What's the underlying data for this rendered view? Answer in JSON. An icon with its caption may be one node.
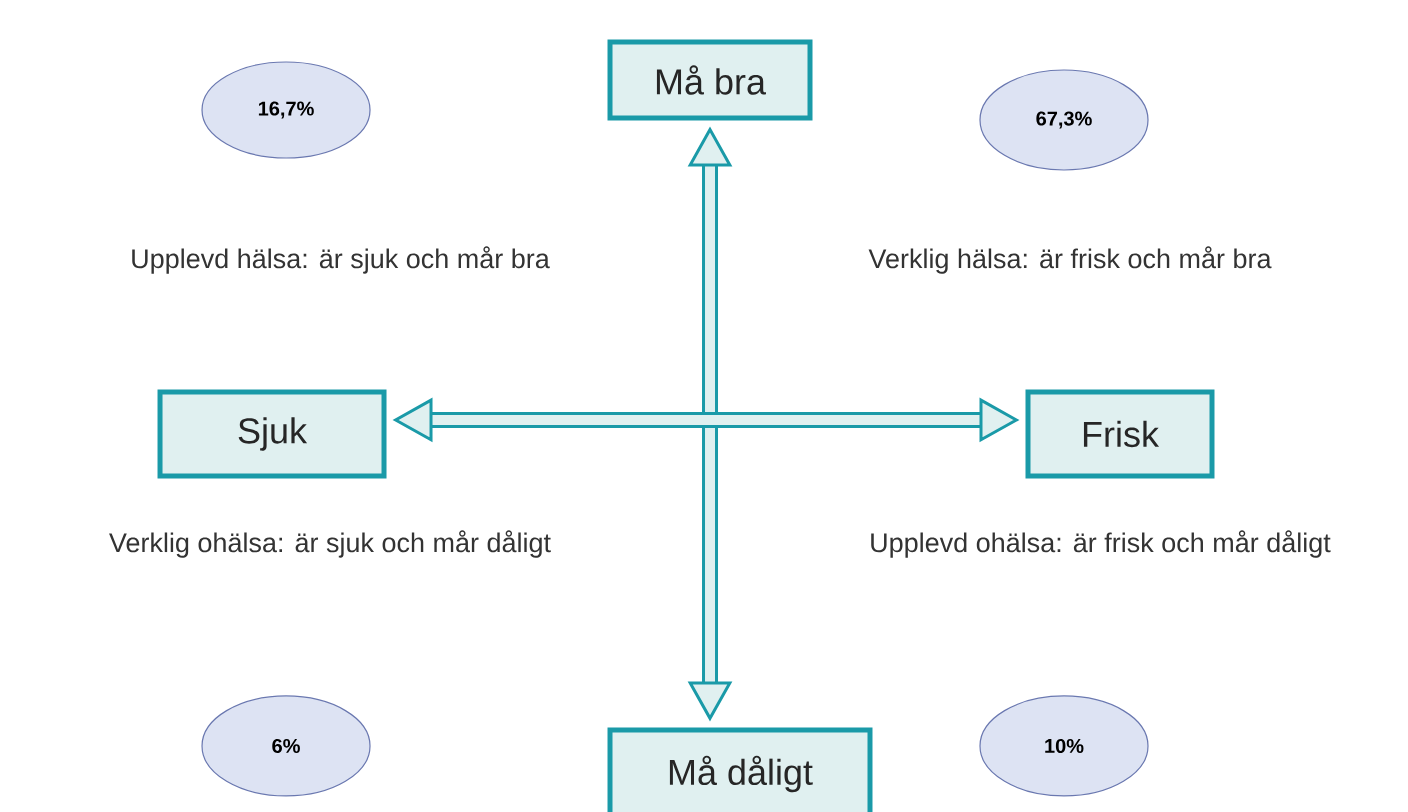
{
  "diagram": {
    "nodes": [
      {
        "text": [
          "Må bra"
        ]
      },
      {
        "text": [
          "Sjuk"
        ]
      },
      {
        "text": [
          "Frisk"
        ]
      },
      {
        "text": [
          "Må dåligt"
        ]
      },
      {
        "text": [
          "16,7%"
        ]
      },
      {
        "text": [
          "67,3%"
        ]
      },
      {
        "text": [
          "6%"
        ]
      },
      {
        "text": [
          "10%"
        ]
      }
    ],
    "edges": [
      {
        "from": 3,
        "to": 0,
        "arrow": "both"
      },
      {
        "from": 1,
        "to": 2,
        "arrow": "both"
      }
    ],
    "labels": [
      "Upplevd hälsa: är sjuk och mår bra",
      "Verklig hälsa: är frisk och mår bra",
      "Verklig ohälsa: är sjuk och mår dåligt",
      "Upplevd ohälsa: är frisk och mår dåligt"
    ]
  }
}
